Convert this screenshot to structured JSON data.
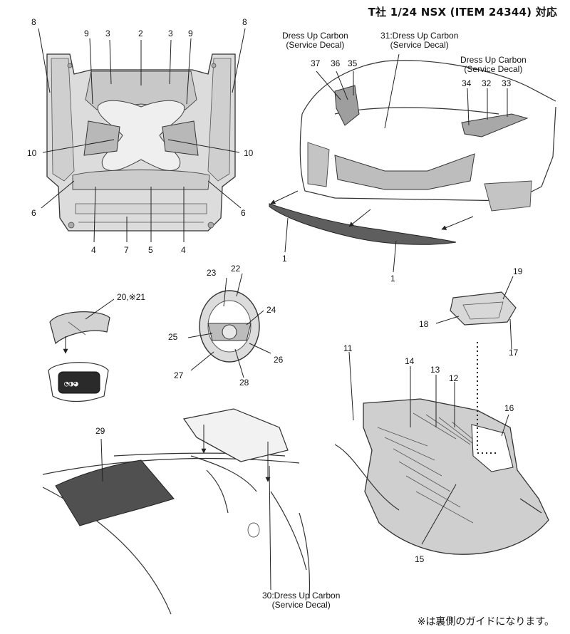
{
  "header": {
    "title": "T社 1/24 NSX (ITEM 24344) 対応"
  },
  "footer": {
    "note": "※は裏側のガイドになります。"
  },
  "callouts": {
    "hood_top": [
      "8",
      "9",
      "3",
      "2",
      "3",
      "9",
      "8"
    ],
    "hood_mid": [
      "10",
      "10"
    ],
    "hood_side": [
      "6",
      "6"
    ],
    "hood_bottom": [
      "4",
      "7",
      "5",
      "4"
    ],
    "front": [
      "37",
      "36",
      "35",
      "34",
      "32",
      "33",
      "1",
      "1"
    ],
    "wheel": [
      "23",
      "22",
      "24",
      "25",
      "26",
      "27",
      "28"
    ],
    "meter": [
      "20,※21"
    ],
    "rear_window": [
      "29"
    ],
    "diffuser": [
      "19",
      "18",
      "17",
      "11",
      "14",
      "13",
      "12",
      "16",
      "15"
    ]
  },
  "notes": {
    "front_left": [
      "Dress Up Carbon",
      "(Service Decal)"
    ],
    "front_center": [
      "31:Dress Up Carbon",
      "(Service Decal)"
    ],
    "front_right": [
      "Dress Up Carbon",
      "(Service Decal)"
    ],
    "rear_spoiler": [
      "30:Dress Up Carbon",
      "(Service Decal)"
    ]
  }
}
